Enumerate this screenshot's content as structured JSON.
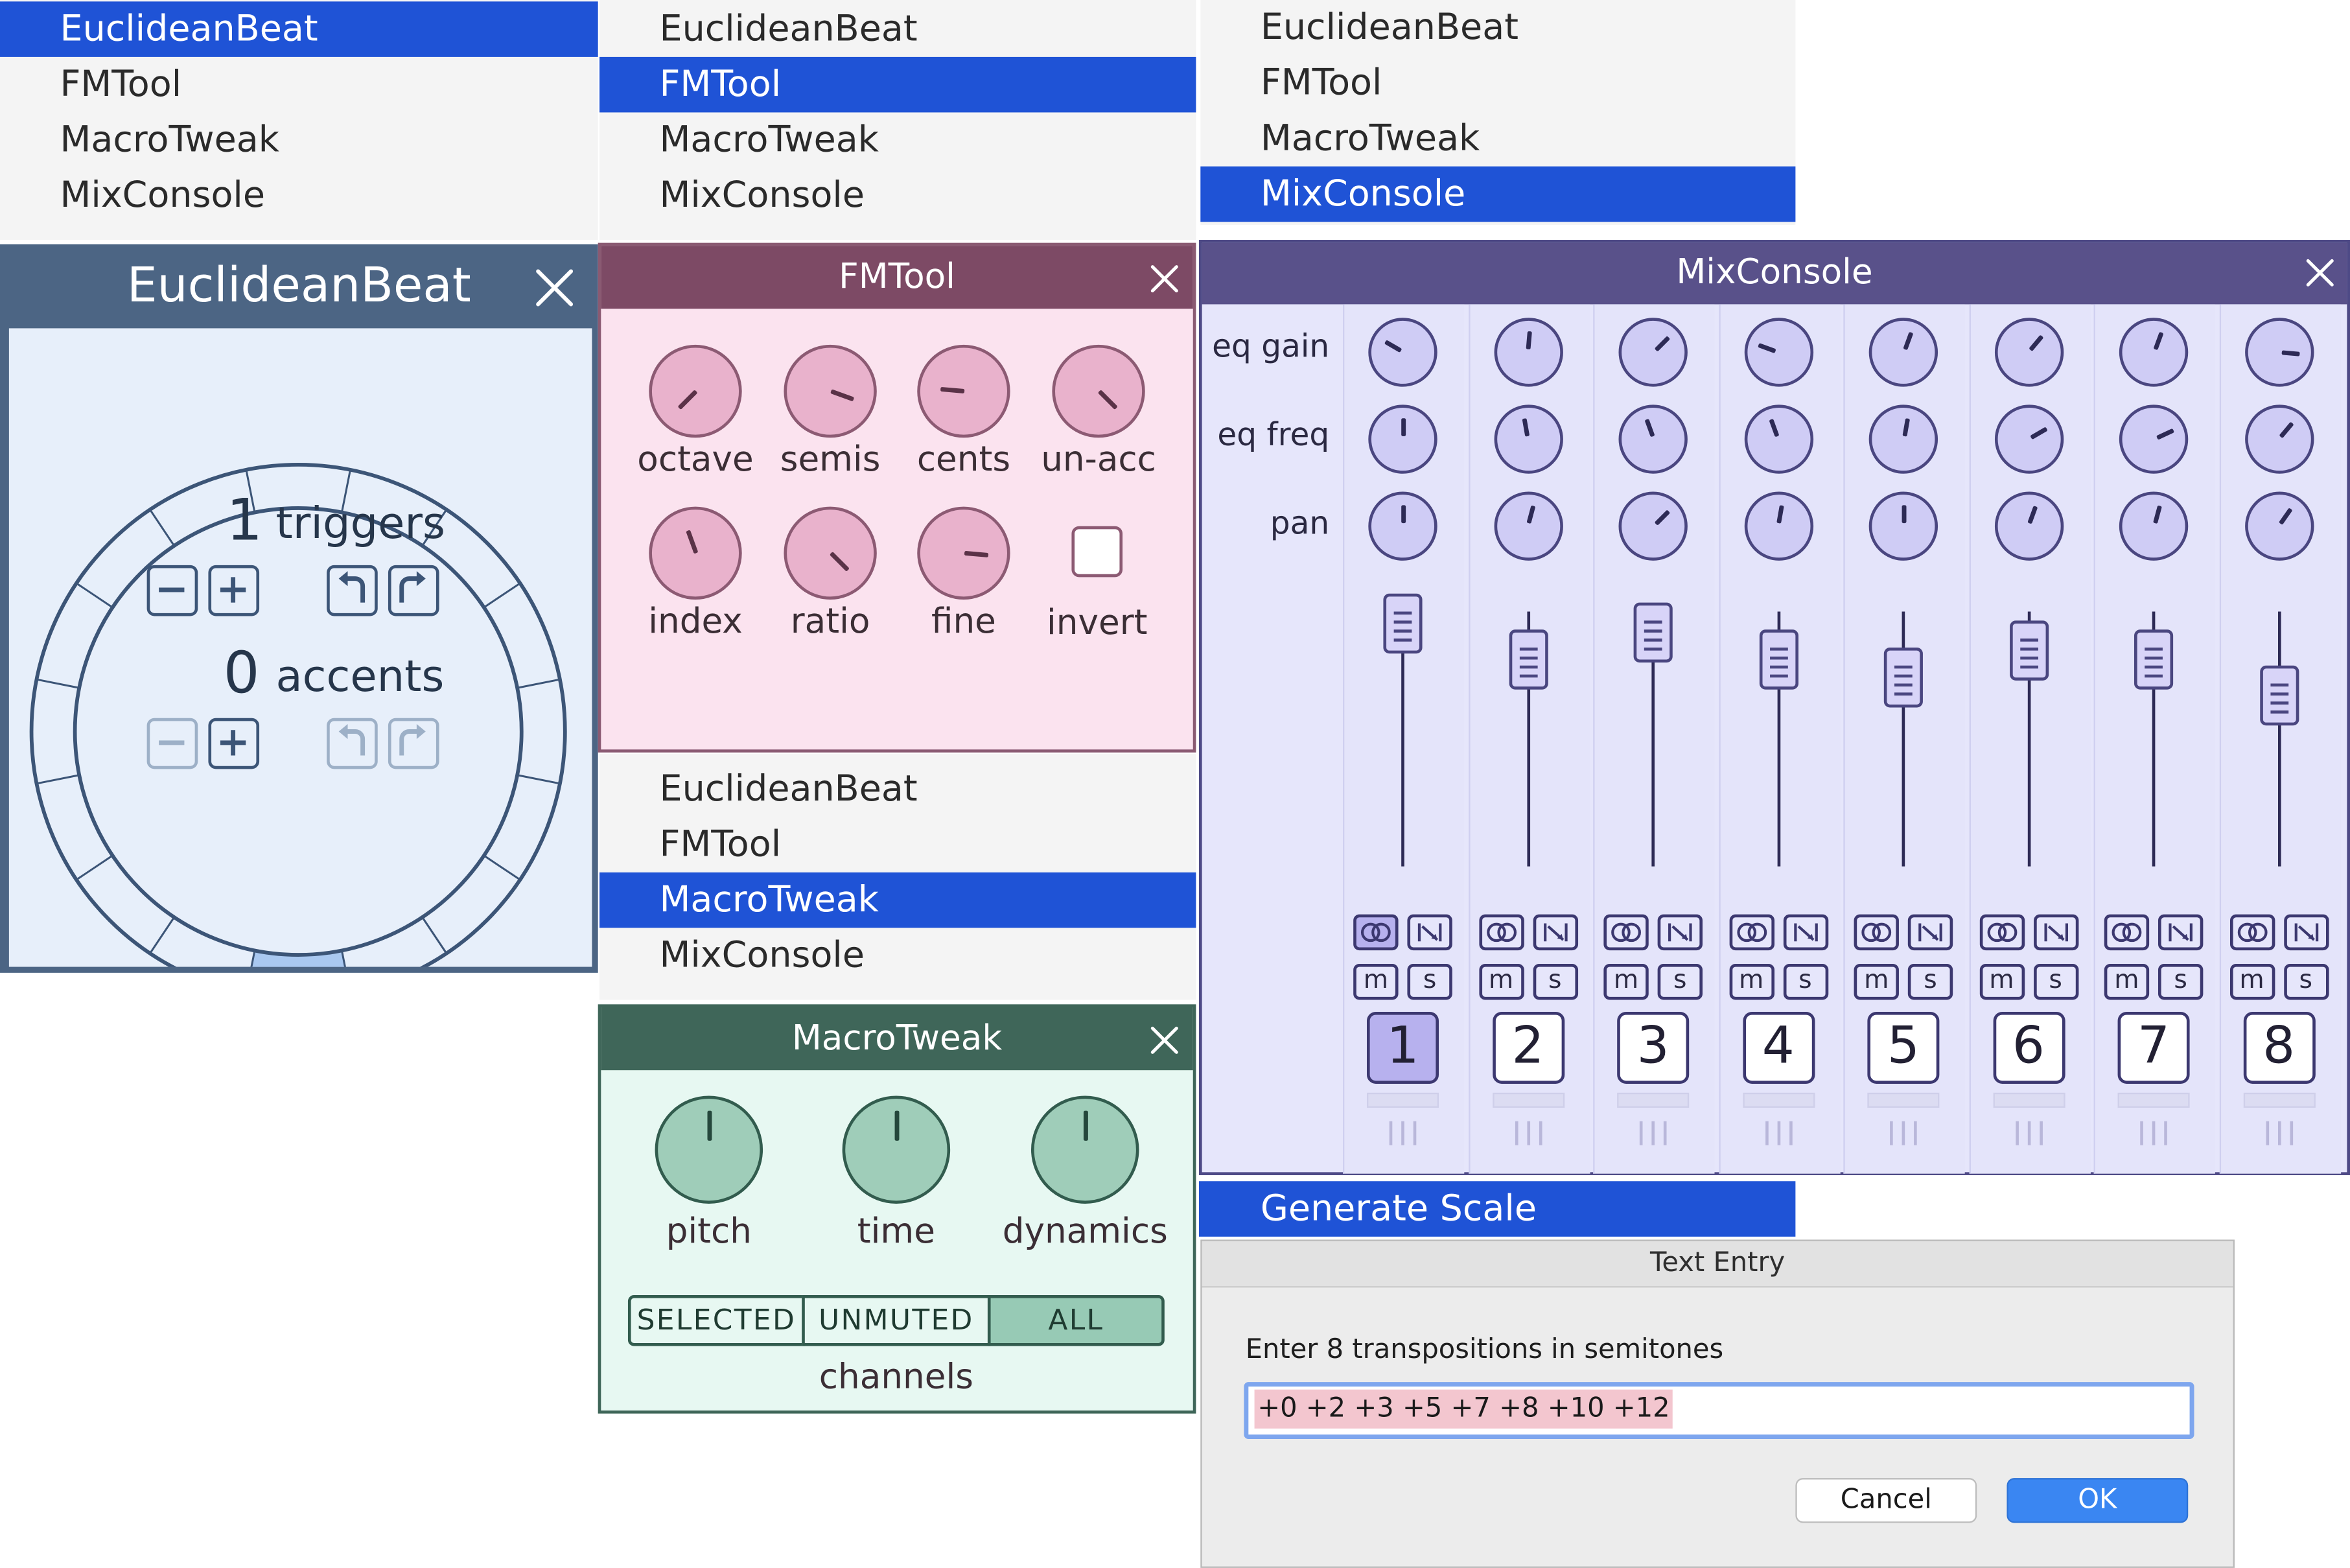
{
  "menus": [
    {
      "items": [
        "EuclideanBeat",
        "FMTool",
        "MacroTweak",
        "MixConsole"
      ],
      "selected": 0
    },
    {
      "items": [
        "EuclideanBeat",
        "FMTool",
        "MacroTweak",
        "MixConsole"
      ],
      "selected": 1
    },
    {
      "items": [
        "EuclideanBeat",
        "FMTool",
        "MacroTweak",
        "MixConsole"
      ],
      "selected": 3
    },
    {
      "items": [
        "EuclideanBeat",
        "FMTool",
        "MacroTweak",
        "MixConsole"
      ],
      "selected": 2
    }
  ],
  "euclidean": {
    "title": "EuclideanBeat",
    "triggers_count": "1",
    "triggers_label": "triggers",
    "accents_count": "0",
    "accents_label": "accents",
    "steps": 16,
    "active_step": 8
  },
  "fmtool": {
    "title": "FMTool",
    "knobs": [
      {
        "label": "octave",
        "angle": 225
      },
      {
        "label": "semis",
        "angle": 110
      },
      {
        "label": "cents",
        "angle": 275
      },
      {
        "label": "un-acc",
        "angle": 135
      },
      {
        "label": "index",
        "angle": 340
      },
      {
        "label": "ratio",
        "angle": 135
      },
      {
        "label": "fine",
        "angle": 95
      }
    ],
    "checkbox": {
      "label": "invert",
      "checked": false
    }
  },
  "macrotweak": {
    "title": "MacroTweak",
    "knobs": [
      {
        "label": "pitch",
        "angle": 0
      },
      {
        "label": "time",
        "angle": 0
      },
      {
        "label": "dynamics",
        "angle": 0
      }
    ],
    "segments": [
      "SELECTED",
      "UNMUTED",
      "ALL"
    ],
    "segment_selected": 2,
    "channels_label": "channels"
  },
  "mixconsole": {
    "title": "MixConsole",
    "row_labels": [
      "eq gain",
      "eq freq",
      "pan"
    ],
    "mute_label": "m",
    "solo_label": "s",
    "channels": [
      {
        "num": "1",
        "eq_gain": -60,
        "eq_freq": 0,
        "pan": 0,
        "fader": 0.95,
        "selected": true
      },
      {
        "num": "2",
        "eq_gain": 5,
        "eq_freq": -10,
        "pan": 15,
        "fader": 0.75,
        "selected": false
      },
      {
        "num": "3",
        "eq_gain": 45,
        "eq_freq": -20,
        "pan": 45,
        "fader": 0.9,
        "selected": false
      },
      {
        "num": "4",
        "eq_gain": -70,
        "eq_freq": -20,
        "pan": 10,
        "fader": 0.75,
        "selected": false
      },
      {
        "num": "5",
        "eq_gain": 20,
        "eq_freq": 10,
        "pan": 0,
        "fader": 0.65,
        "selected": false
      },
      {
        "num": "6",
        "eq_gain": 40,
        "eq_freq": 60,
        "pan": 20,
        "fader": 0.8,
        "selected": false
      },
      {
        "num": "7",
        "eq_gain": 20,
        "eq_freq": 65,
        "pan": 15,
        "fader": 0.75,
        "selected": false
      },
      {
        "num": "8",
        "eq_gain": 95,
        "eq_freq": 40,
        "pan": 35,
        "fader": 0.55,
        "selected": false
      }
    ]
  },
  "generate_scale": {
    "label": "Generate Scale"
  },
  "dialog": {
    "title": "Text Entry",
    "prompt": "Enter 8 transpositions in semitones",
    "value": "+0 +2 +3 +5 +7 +8 +10 +12",
    "cancel_label": "Cancel",
    "ok_label": "OK"
  },
  "colors": {
    "selection": "#1f53d6",
    "euclidean_title": "#4c6584",
    "fmtool_title": "#7d4a65",
    "macrotweak_title": "#3f6659",
    "mixconsole_title": "#59518a",
    "ok_button": "#3a86f2"
  }
}
